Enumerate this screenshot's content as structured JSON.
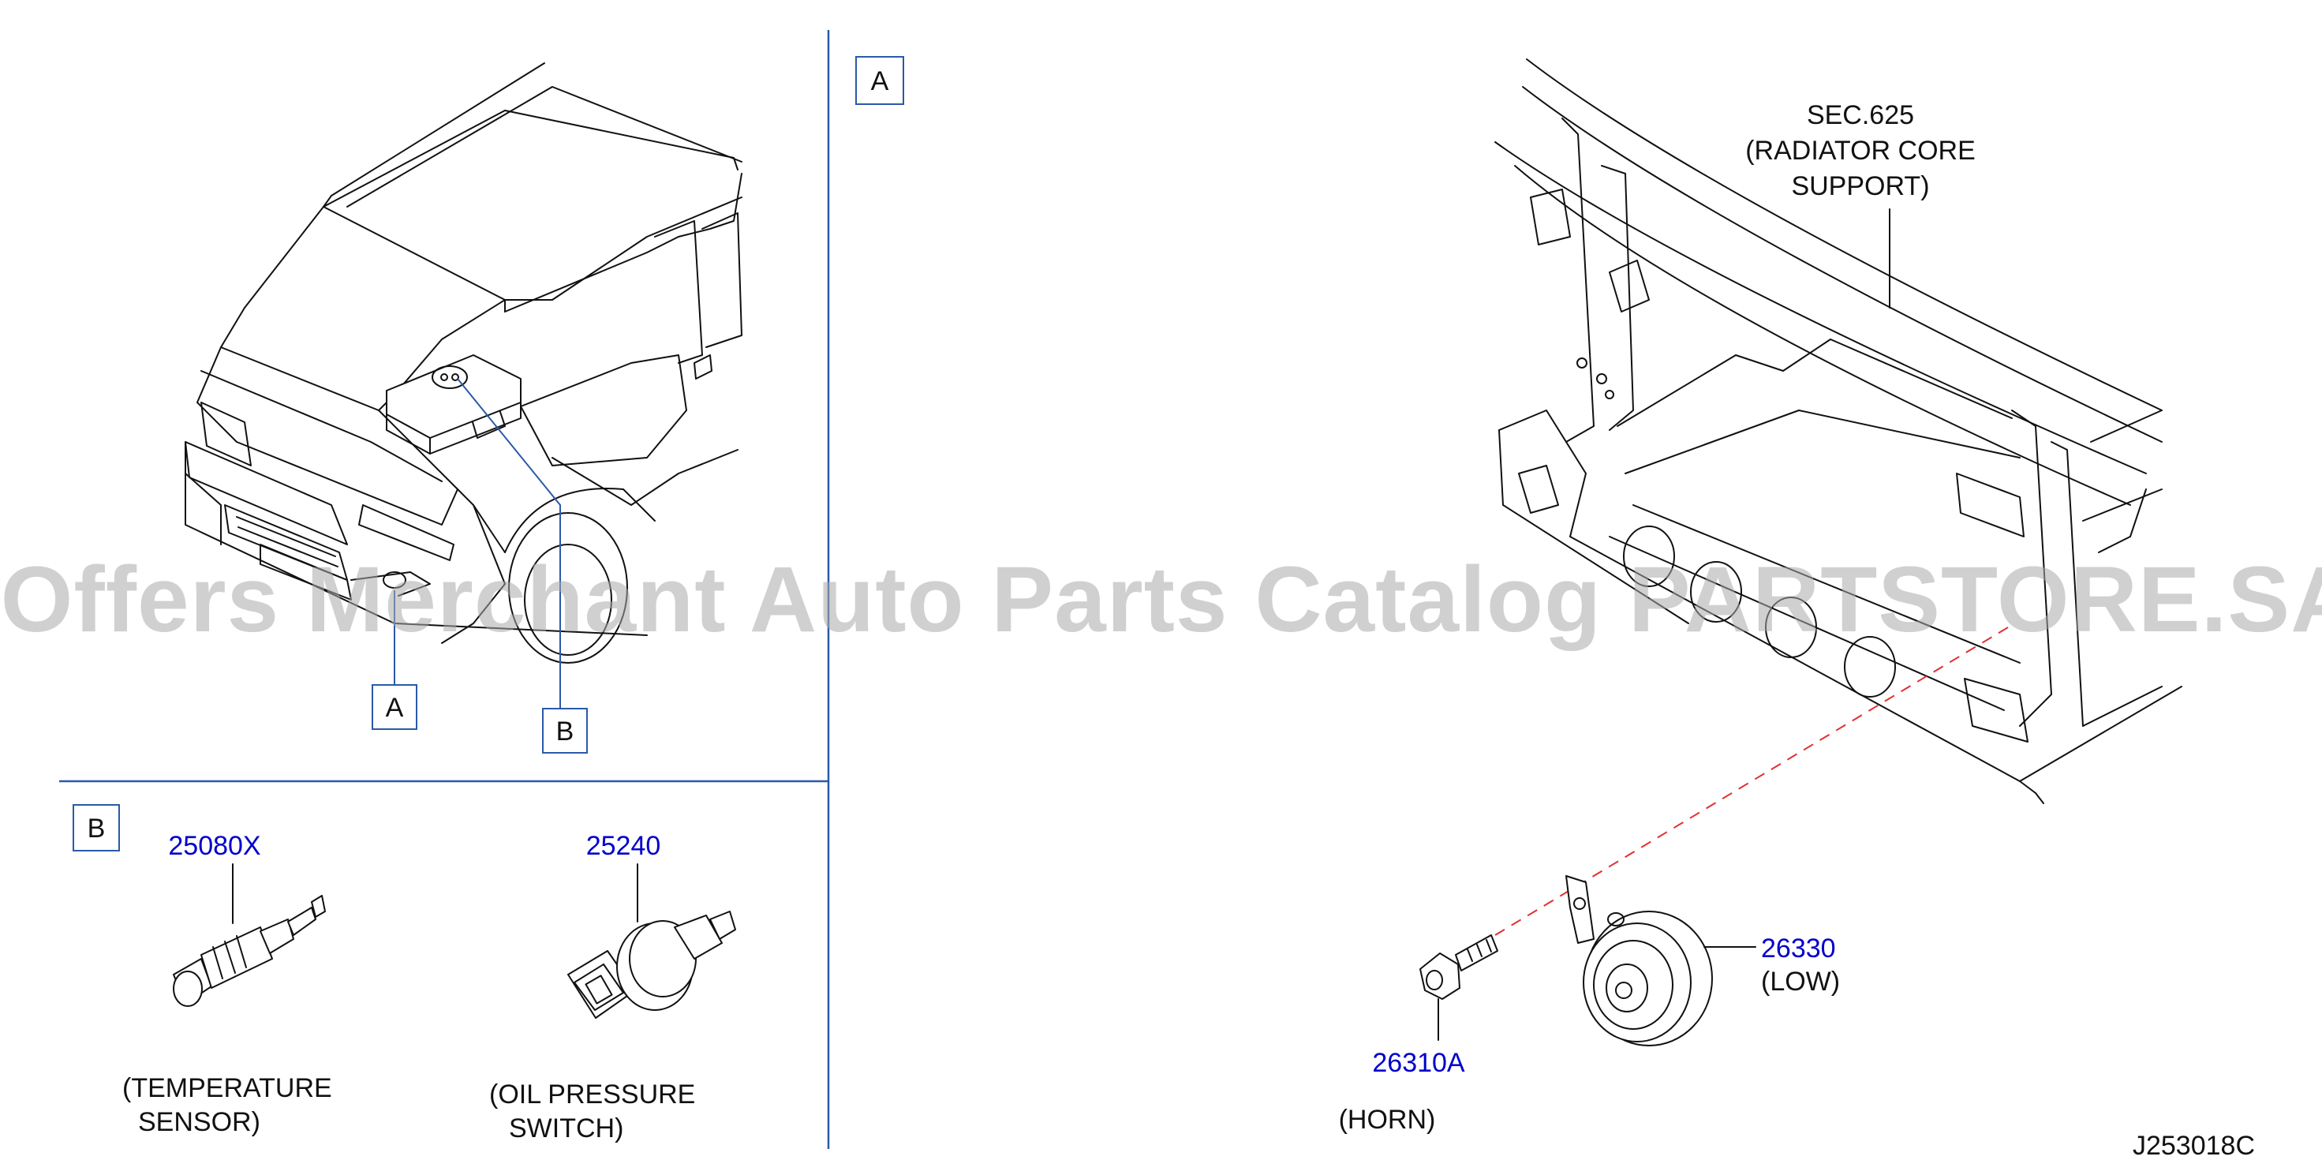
{
  "callouts": {
    "main_A": "A",
    "main_B": "B",
    "panel_A": "A",
    "panel_B": "B"
  },
  "parts": {
    "temp_sensor": {
      "part_number": "25080X",
      "label_line1": "(TEMPERATURE",
      "label_line2": "SENSOR)"
    },
    "oil_switch": {
      "part_number": "25240",
      "label_line1": "(OIL   PRESSURE",
      "label_line2": "SWITCH)"
    },
    "horn": {
      "part_number": "26330",
      "variant": "(LOW)",
      "group_label": "(HORN)"
    },
    "bolt": {
      "part_number": "26310A"
    }
  },
  "radiator_support": {
    "line1": "SEC.625",
    "line2": "(RADIATOR   CORE",
    "line3": "SUPPORT)"
  },
  "diagram_id": "J253018C",
  "watermark": "Offers Merchant Auto Parts Catalog PARTSTORE.SA",
  "colors": {
    "part_number": "#0000cc",
    "frame_lines": "#2a5aa8",
    "leader_dashed": "#e03030",
    "ink": "#111111"
  }
}
